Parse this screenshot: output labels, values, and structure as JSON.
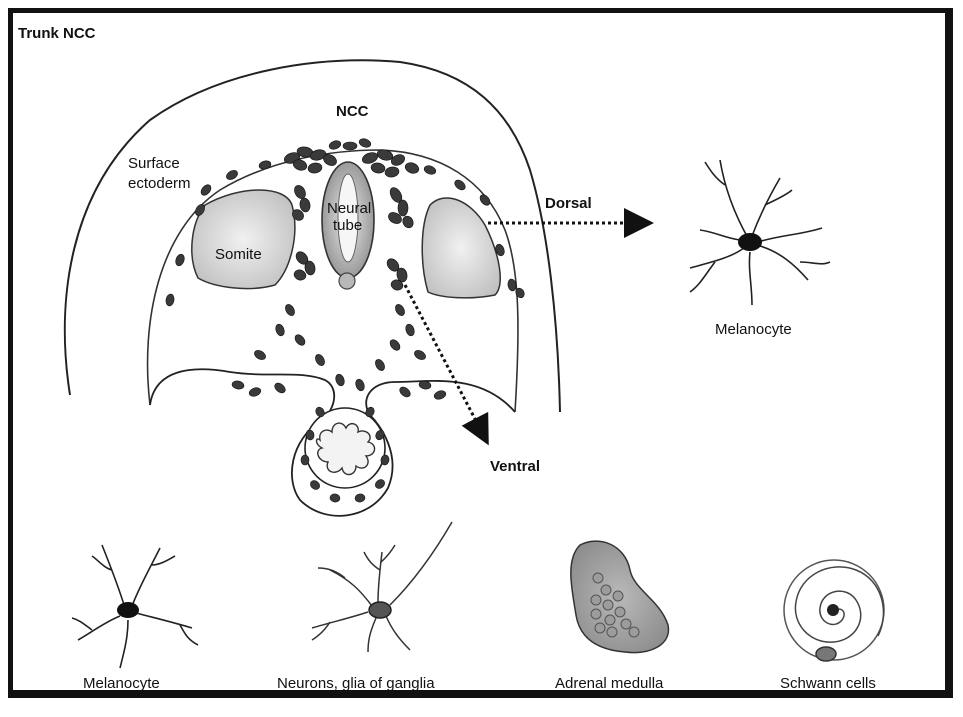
{
  "figure": {
    "title": "Trunk NCC",
    "labels": {
      "ncc": "NCC",
      "surface": "Surface",
      "ectoderm": "ectoderm",
      "neural": "Neural",
      "tube": "tube",
      "somite": "Somite",
      "dorsal": "Dorsal",
      "ventral": "Ventral",
      "melanocyte_top": "Melanocyte"
    },
    "derivatives": [
      "Melanocyte",
      "Neurons, glia of ganglia",
      "Adrenal medulla",
      "Schwann cells"
    ]
  }
}
